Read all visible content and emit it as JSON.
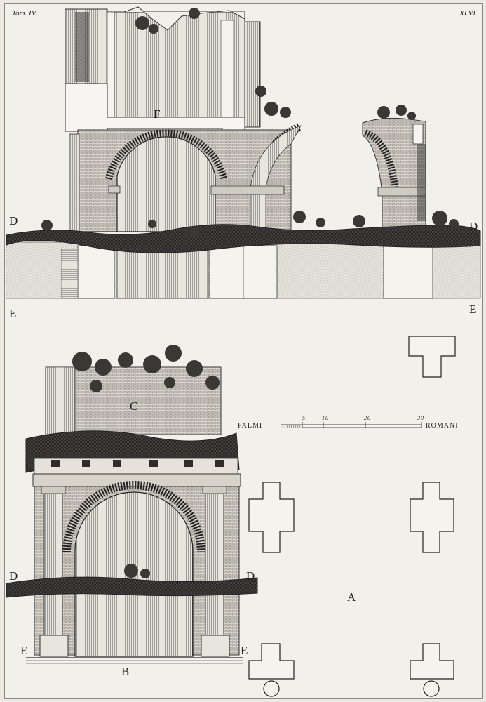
{
  "header": {
    "volume": "Tom. IV.",
    "plate_number": "XLVI"
  },
  "labels": {
    "f": "F",
    "c": "C",
    "a": "A",
    "b": "B",
    "d": "D",
    "e": "E"
  },
  "scale": {
    "left_word": "PALMI",
    "right_word": "ROMANI",
    "ticks": [
      "5",
      "10",
      "20",
      "30"
    ]
  },
  "colors": {
    "ink": "#2b2a28",
    "paper": "#f2f0eb",
    "hatch": "#6e6a64"
  }
}
